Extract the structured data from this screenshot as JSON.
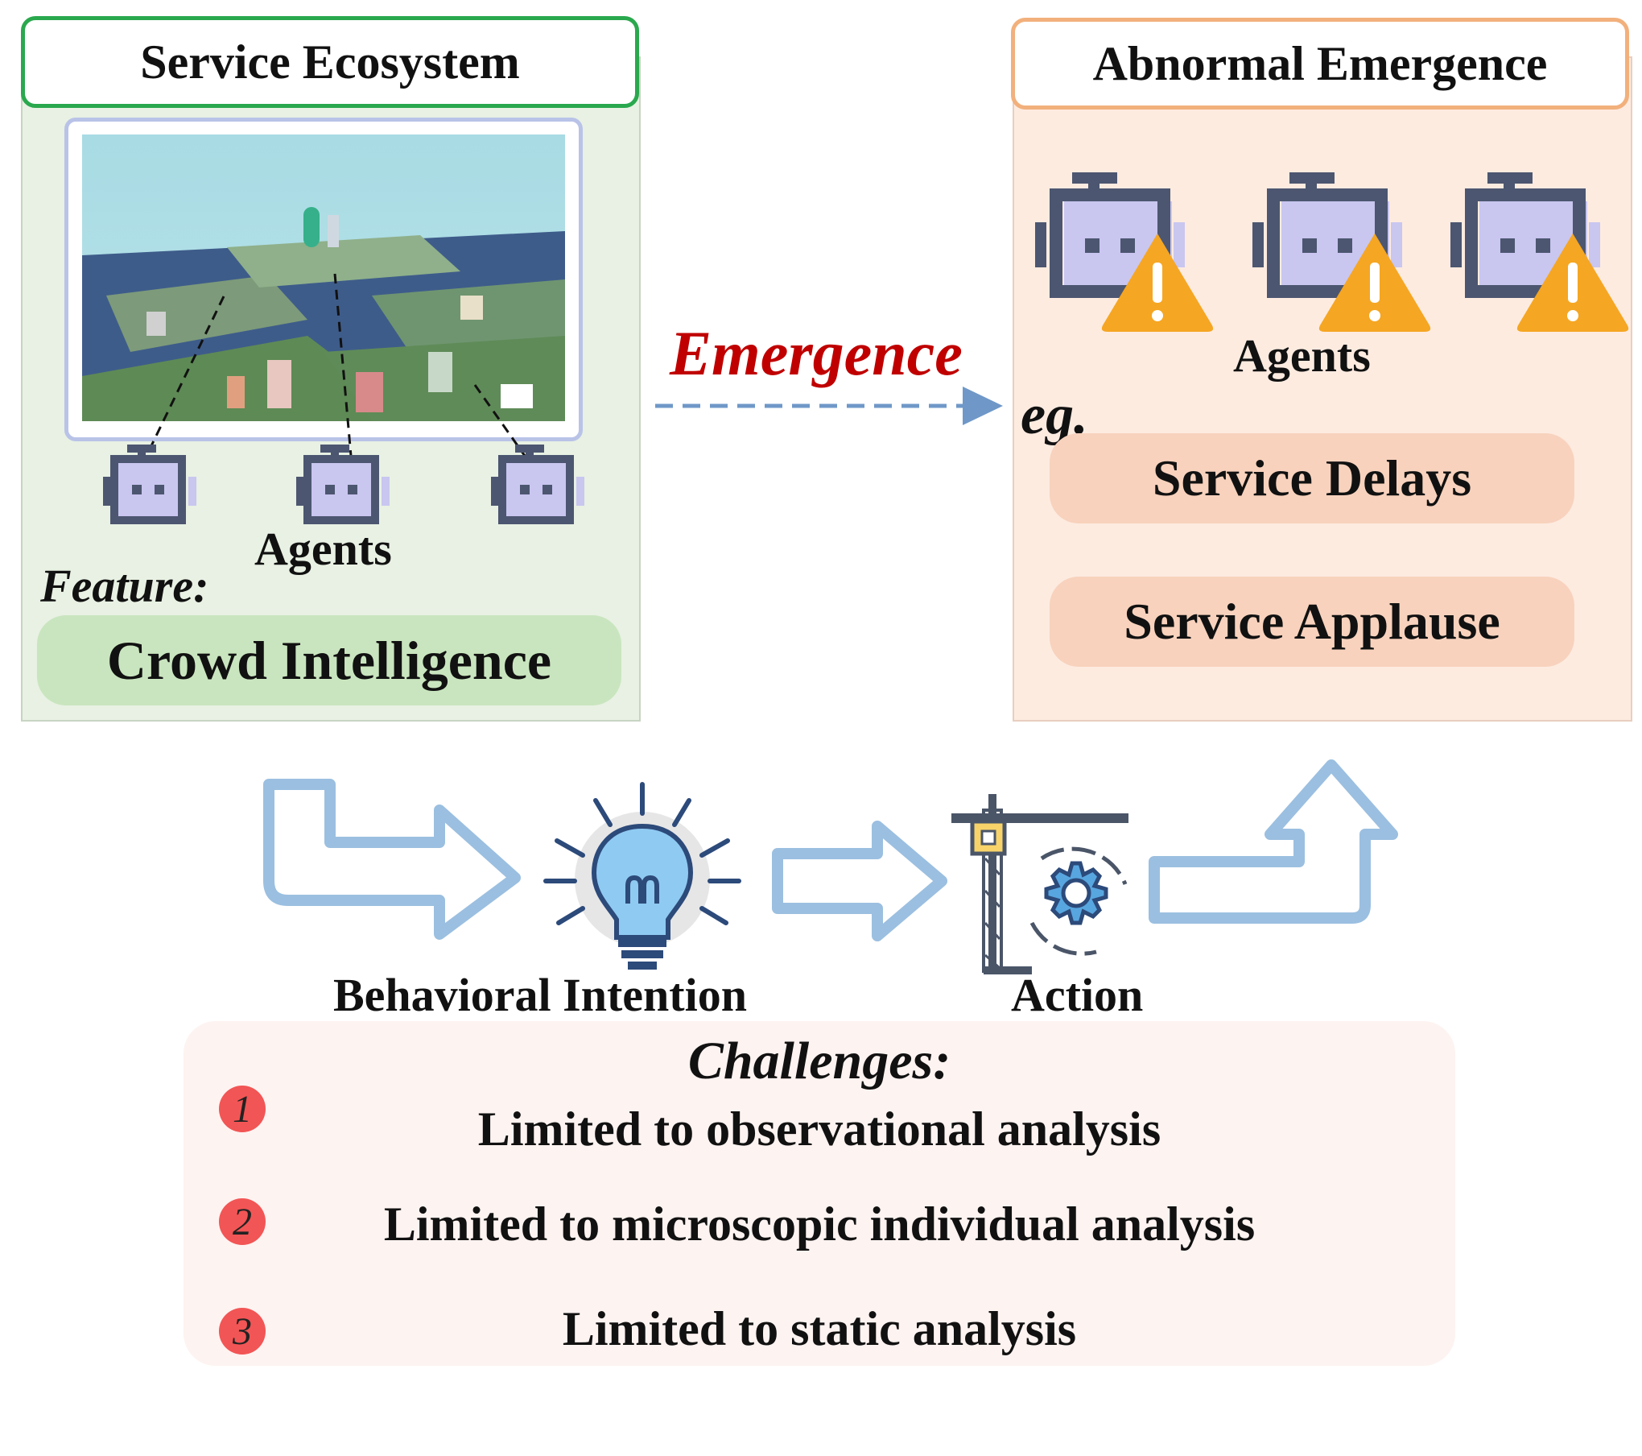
{
  "left_panel": {
    "title": "Service Ecosystem",
    "agents_label": "Agents",
    "feature_label": "Feature:",
    "feature_value": "Crowd Intelligence"
  },
  "right_panel": {
    "title": "Abnormal Emergence",
    "agents_label": "Agents",
    "example_label": "eg.",
    "examples": [
      "Service Delays",
      "Service Applause"
    ]
  },
  "arrow_label": "Emergence",
  "flow": {
    "intention_label": "Behavioral Intention",
    "action_label": "Action"
  },
  "challenges": {
    "title": "Challenges:",
    "items": [
      {
        "num": "1",
        "text": "Limited to observational analysis"
      },
      {
        "num": "2",
        "text": "Limited to microscopic individual analysis"
      },
      {
        "num": "3",
        "text": "Limited to static analysis"
      }
    ]
  },
  "colors": {
    "green_border": "#2aa84e",
    "orange_border": "#f2b07c",
    "emergence_red": "#c00000",
    "arrow_blue": "#9bbfe0",
    "warning": "#f5a623"
  }
}
